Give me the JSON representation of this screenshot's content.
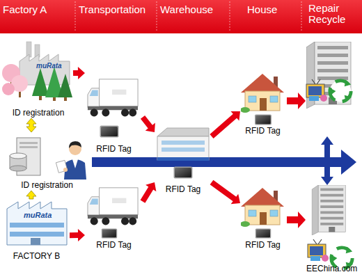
{
  "diagram": {
    "nodes": [
      {
        "text": [
          "Factory A",
          "Transportation",
          "Warehouse",
          "House",
          "Repair Recycle"
        ]
      },
      {
        "text": [
          "ID registration"
        ]
      },
      {
        "text": [
          "ID registration"
        ]
      },
      {
        "text": [
          "FACTORY B"
        ]
      },
      {
        "text": [
          "RFID Tag"
        ]
      },
      {
        "text": [
          "RFID Tag"
        ]
      },
      {
        "text": [
          "RFID Tag"
        ]
      },
      {
        "text": [
          "RFID Tag"
        ]
      },
      {
        "text": [
          "RFID Tag"
        ]
      }
    ],
    "edges": [
      {
        "from": 1,
        "to": 2,
        "arrow": "both"
      },
      {
        "from": 3,
        "to": 2,
        "arrow": "to"
      },
      {
        "from": 1,
        "to": 4,
        "arrow": "to"
      },
      {
        "from": 3,
        "to": 5,
        "arrow": "to"
      },
      {
        "from": 4,
        "to": 6,
        "arrow": "to"
      },
      {
        "from": 5,
        "to": 6,
        "arrow": "to"
      },
      {
        "from": 6,
        "to": 7,
        "arrow": "to"
      },
      {
        "from": 6,
        "to": 8,
        "arrow": "to"
      }
    ],
    "labels": [
      "muRata",
      "muRata",
      "EEChina.com"
    ]
  }
}
